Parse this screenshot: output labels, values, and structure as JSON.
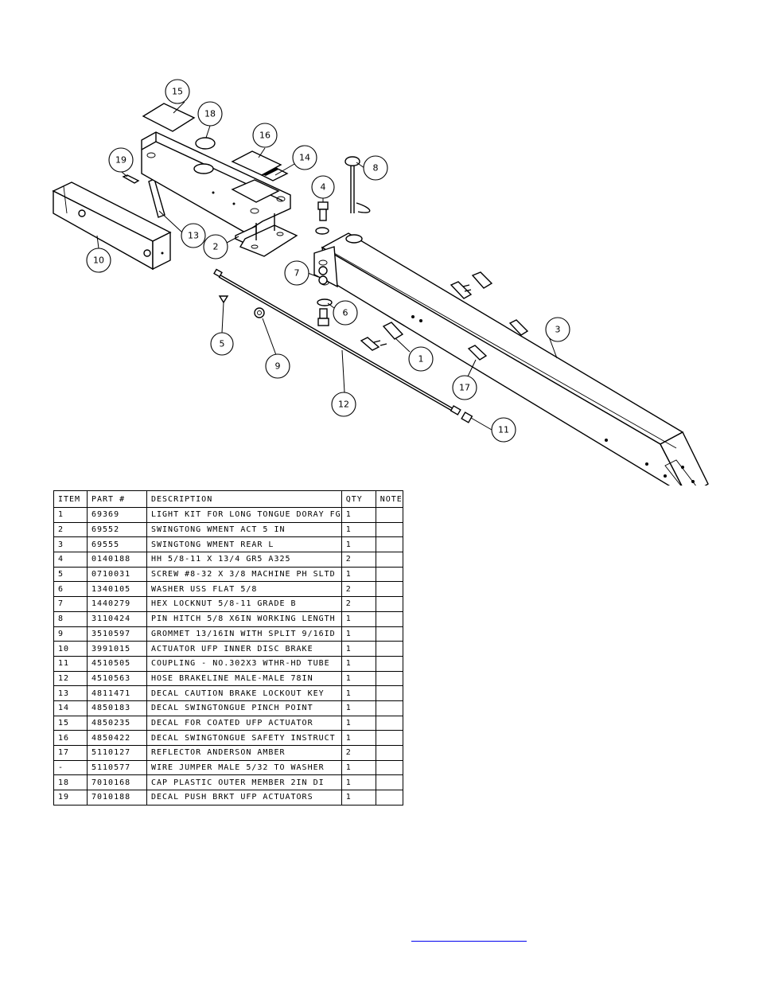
{
  "diagram": {
    "balloons": [
      {
        "id": "balloon-15",
        "label": "15"
      },
      {
        "id": "balloon-18",
        "label": "18"
      },
      {
        "id": "balloon-16",
        "label": "16"
      },
      {
        "id": "balloon-14",
        "label": "14"
      },
      {
        "id": "balloon-19",
        "label": "19"
      },
      {
        "id": "balloon-8",
        "label": "8"
      },
      {
        "id": "balloon-4",
        "label": "4"
      },
      {
        "id": "balloon-13",
        "label": "13"
      },
      {
        "id": "balloon-2",
        "label": "2"
      },
      {
        "id": "balloon-10",
        "label": "10"
      },
      {
        "id": "balloon-7",
        "label": "7"
      },
      {
        "id": "balloon-6",
        "label": "6"
      },
      {
        "id": "balloon-5",
        "label": "5"
      },
      {
        "id": "balloon-9",
        "label": "9"
      },
      {
        "id": "balloon-3",
        "label": "3"
      },
      {
        "id": "balloon-1",
        "label": "1"
      },
      {
        "id": "balloon-17",
        "label": "17"
      },
      {
        "id": "balloon-12",
        "label": "12"
      },
      {
        "id": "balloon-11",
        "label": "11"
      }
    ]
  },
  "table": {
    "headers": {
      "item": "ITEM",
      "part": "PART #",
      "description": "DESCRIPTION",
      "qty": "QTY",
      "note": "NOTE"
    },
    "rows": [
      {
        "item": "1",
        "part": "69369",
        "description": "LIGHT KIT FOR LONG TONGUE DORAY FG",
        "qty": "1",
        "note": ""
      },
      {
        "item": "2",
        "part": "69552",
        "description": "SWINGTONG WMENT ACT 5 IN",
        "qty": "1",
        "note": ""
      },
      {
        "item": "3",
        "part": "69555",
        "description": "SWINGTONG WMENT REAR L",
        "qty": "1",
        "note": ""
      },
      {
        "item": "4",
        "part": "0140188",
        "description": "HH 5/8-11 X 13/4  GR5 A325",
        "qty": "2",
        "note": ""
      },
      {
        "item": "5",
        "part": "0710031",
        "description": "SCREW #8-32 X 3/8 MACHINE PH SLTD",
        "qty": "1",
        "note": ""
      },
      {
        "item": "6",
        "part": "1340105",
        "description": "WASHER USS FLAT 5/8",
        "qty": "2",
        "note": ""
      },
      {
        "item": "7",
        "part": "1440279",
        "description": "HEX LOCKNUT 5/8-11 GRADE B",
        "qty": "2",
        "note": ""
      },
      {
        "item": "8",
        "part": "3110424",
        "description": "PIN HITCH 5/8 X6IN WORKING LENGTH",
        "qty": "1",
        "note": ""
      },
      {
        "item": "9",
        "part": "3510597",
        "description": "GROMMET 13/16IN  WITH SPLIT 9/16ID",
        "qty": "1",
        "note": ""
      },
      {
        "item": "10",
        "part": "3991015",
        "description": "ACTUATOR UFP INNER  DISC BRAKE",
        "qty": "1",
        "note": ""
      },
      {
        "item": "11",
        "part": "4510505",
        "description": "COUPLING - NO.302X3 WTHR-HD TUBE",
        "qty": "1",
        "note": ""
      },
      {
        "item": "12",
        "part": "4510563",
        "description": "HOSE BRAKELINE MALE-MALE 78IN",
        "qty": "1",
        "note": ""
      },
      {
        "item": "13",
        "part": "4811471",
        "description": "DECAL CAUTION BRAKE LOCKOUT KEY",
        "qty": "1",
        "note": ""
      },
      {
        "item": "14",
        "part": "4850183",
        "description": "DECAL SWINGTONGUE PINCH POINT",
        "qty": "1",
        "note": ""
      },
      {
        "item": "15",
        "part": "4850235",
        "description": "DECAL FOR COATED UFP ACTUATOR",
        "qty": "1",
        "note": ""
      },
      {
        "item": "16",
        "part": "4850422",
        "description": "DECAL SWINGTONGUE SAFETY INSTRUCT",
        "qty": "1",
        "note": ""
      },
      {
        "item": "17",
        "part": "5110127",
        "description": "REFLECTOR ANDERSON AMBER",
        "qty": "2",
        "note": ""
      },
      {
        "item": "-",
        "part": "5110577",
        "description": "WIRE JUMPER MALE 5/32 TO WASHER",
        "qty": "1",
        "note": ""
      },
      {
        "item": "18",
        "part": "7010168",
        "description": "CAP  PLASTIC OUTER MEMBER 2IN DI",
        "qty": "1",
        "note": ""
      },
      {
        "item": "19",
        "part": "7010188",
        "description": "DECAL PUSH BRKT UFP ACTUATORS",
        "qty": "1",
        "note": ""
      }
    ]
  }
}
